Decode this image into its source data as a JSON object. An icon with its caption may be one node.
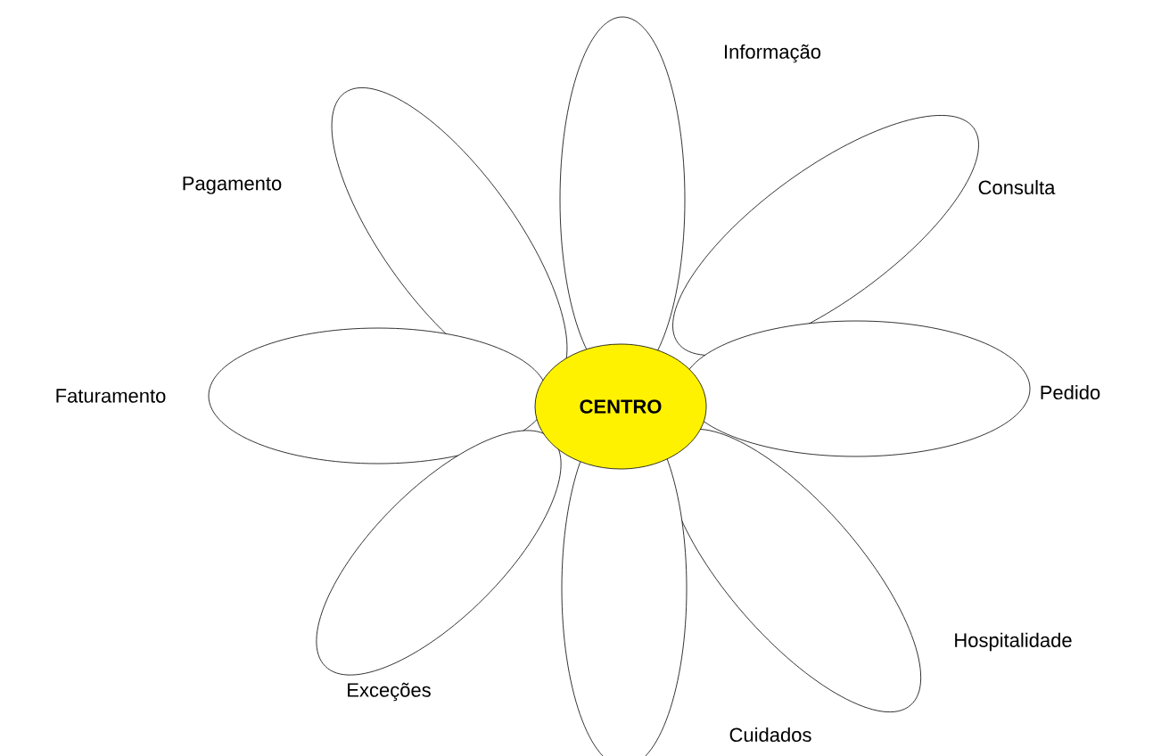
{
  "diagram": {
    "nodes": [
      {
        "text": [
          "Informação"
        ]
      },
      {
        "text": [
          "Pagamento"
        ]
      },
      {
        "text": [
          "Consulta"
        ]
      },
      {
        "text": [
          "Faturamento"
        ]
      },
      {
        "text": [
          "CENTRO"
        ]
      },
      {
        "text": [
          "Pedido"
        ]
      },
      {
        "text": [
          "Exceções"
        ]
      },
      {
        "text": [
          "Hospitalidade"
        ]
      },
      {
        "text": [
          "Cuidados"
        ]
      }
    ]
  }
}
